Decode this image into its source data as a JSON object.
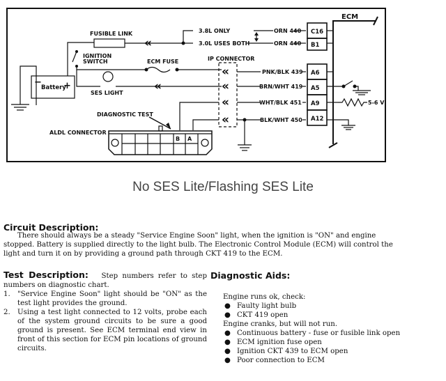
{
  "diagram": {
    "labels": {
      "fusible_link": "FUSIBLE LINK",
      "ignition_switch_1": "IGNITION",
      "ignition_switch_2": "SWITCH",
      "ecm_fuse": "ECM FUSE",
      "battery": "Battery",
      "battery_minus": "−",
      "battery_plus": "+",
      "ses_light": "SES LIGHT",
      "ip_connector": "IP CONNECTOR",
      "diagnostic_test": "DIAGNOSTIC TEST",
      "aldl_connector": "ALDL CONNECTOR",
      "aldl_pin_b": "B",
      "aldl_pin_a": "A",
      "ecm": "ECM",
      "engine_3_8": "3.8L ONLY",
      "engine_3_0": "3.0L USES BOTH",
      "voltage": "5-6 V",
      "chevron": "«"
    },
    "wires": [
      {
        "name": "ORN 440",
        "pin": "C16"
      },
      {
        "name": "ORN 440",
        "pin": "B1"
      },
      {
        "name": "PNK/BLK 439",
        "pin": "A6"
      },
      {
        "name": "BRN/WHT 419",
        "pin": "A5"
      },
      {
        "name": "WHT/BLK 451",
        "pin": "A9"
      },
      {
        "name": "BLK/WHT 450",
        "pin": "A12"
      }
    ]
  },
  "title": "No SES Lite/Flashing SES Lite",
  "circuit_description": {
    "heading": "Circuit Description:",
    "body": "There should always be a steady \"Service Engine Soon\" light, when the ignition is \"ON\" and engine stopped. Battery is supplied directly to the light bulb. The Electronic Control Module (ECM) will control the light and turn it on by providing a ground path through CKT 419 to the ECM."
  },
  "test_description": {
    "heading": "Test Description:",
    "intro": "Step numbers refer to step numbers on diagnostic chart.",
    "steps": [
      {
        "num": "1.",
        "text": "\"Service Engine Soon\" light should be \"ON\" as the test light provides the ground."
      },
      {
        "num": "2.",
        "text": "Using a test light connected to 12 volts, probe each of the system ground circuits to be sure a good ground is present. See ECM terminal end view in front of this section for ECM pin locations of ground circuits."
      }
    ]
  },
  "diagnostic_aids": {
    "heading": "Diagnostic Aids:",
    "groups": [
      {
        "title": "Engine runs ok, check:",
        "items": [
          "Faulty light bulb",
          "CKT 419 open"
        ]
      },
      {
        "title": "Engine cranks, but will not run.",
        "items": [
          "Continuous battery - fuse or fusible link open",
          "ECM ignition fuse open",
          "Ignition CKT 439 to ECM open",
          "Poor connection to ECM"
        ]
      }
    ],
    "bullet": "●"
  }
}
